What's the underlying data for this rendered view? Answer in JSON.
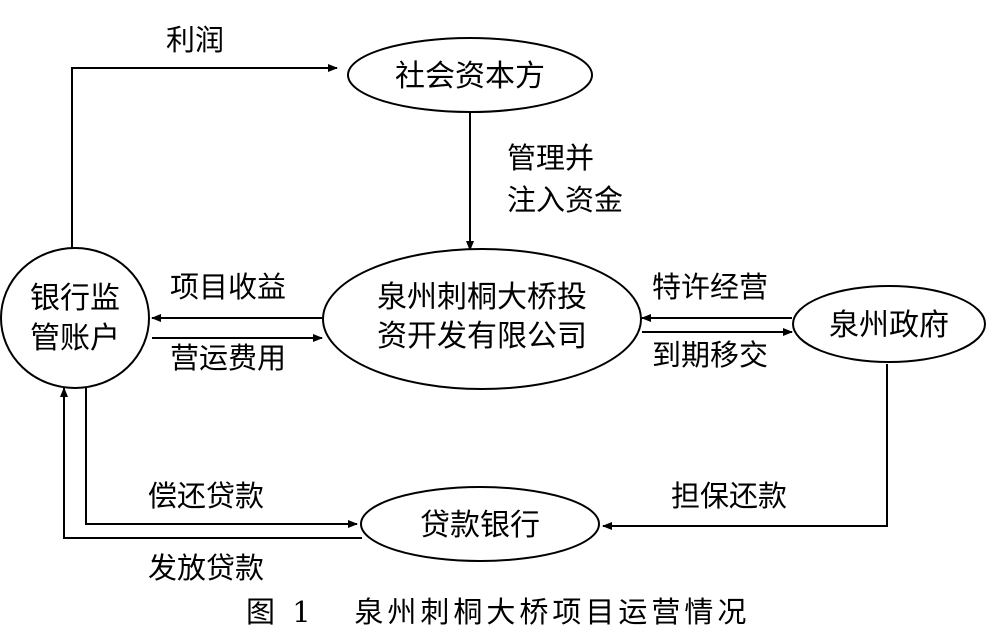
{
  "nodes": {
    "social_capital": "社会资本方",
    "bank_account_line1": "银行监",
    "bank_account_line2": "管账户",
    "company_line1": "泉州刺桐大桥投",
    "company_line2": "资开发有限公司",
    "government": "泉州政府",
    "lending_bank": "贷款银行"
  },
  "edges": {
    "profit": "利润",
    "manage_line1": "管理并",
    "manage_line2": "注入资金",
    "project_revenue": "项目收益",
    "operating_cost": "营运费用",
    "concession": "特许经营",
    "transfer": "到期移交",
    "repay_loan": "偿还贷款",
    "issue_loan": "发放贷款",
    "guarantee": "担保还款"
  },
  "caption": "图 1   泉州刺桐大桥项目运营情况"
}
